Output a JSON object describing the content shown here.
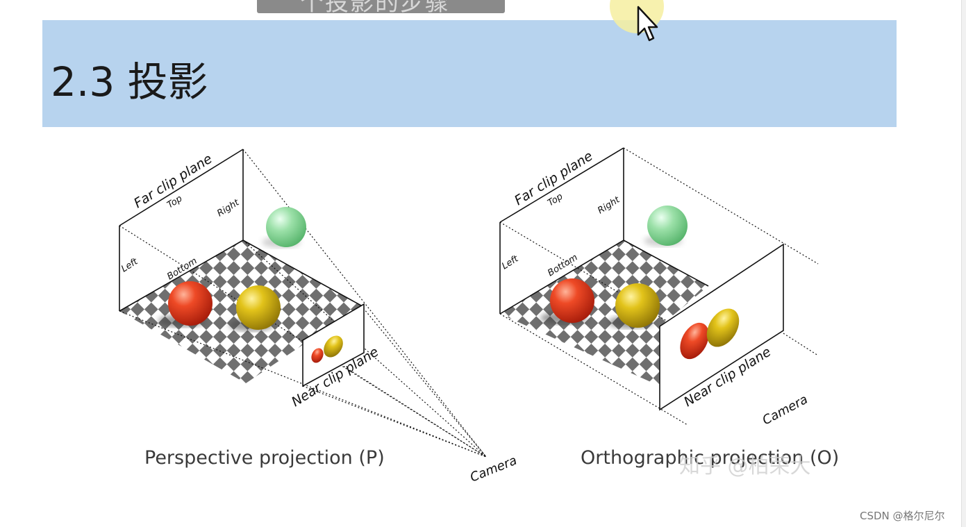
{
  "overlay": {
    "top_caption": "个投影的步骤"
  },
  "slide": {
    "title": "2.3 投影"
  },
  "perspective": {
    "far_clip_plane": "Far clip plane",
    "top": "Top",
    "right": "Right",
    "left": "Left",
    "bottom": "Bottom",
    "near_clip_plane": "Near clip plane",
    "camera": "Camera",
    "caption": "Perspective projection (P)"
  },
  "orthographic": {
    "far_clip_plane": "Far clip plane",
    "top": "Top",
    "right": "Right",
    "left": "Left",
    "bottom": "Bottom",
    "near_clip_plane": "Near clip plane",
    "camera": "Camera",
    "caption": "Orthographic projection (O)"
  },
  "watermark": "知乎 @柏荣大",
  "credit": "CSDN @格尔尼尔",
  "colors": {
    "title_band": "#b7d3ee",
    "red_sphere": "#e23a1c",
    "yellow_sphere": "#d8b70f",
    "green_sphere": "#8fd79c",
    "checker_dark": "#707070"
  }
}
